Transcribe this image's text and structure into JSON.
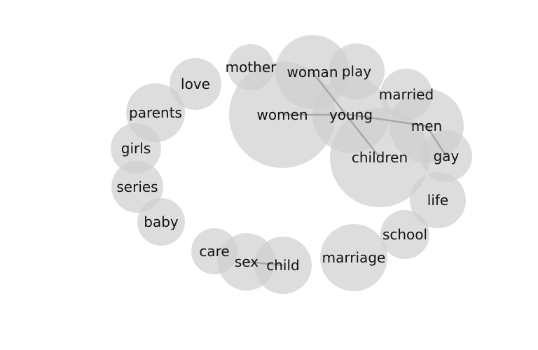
{
  "diagram": {
    "nodes": [
      {
        "id": "women",
        "label": "women"
      },
      {
        "id": "children",
        "label": "children"
      },
      {
        "id": "woman",
        "label": "woman"
      },
      {
        "id": "young",
        "label": "young"
      },
      {
        "id": "men",
        "label": "men"
      },
      {
        "id": "marriage",
        "label": "marriage"
      },
      {
        "id": "play",
        "label": "play"
      },
      {
        "id": "child",
        "label": "child"
      },
      {
        "id": "parents",
        "label": "parents"
      },
      {
        "id": "sex",
        "label": "sex"
      },
      {
        "id": "life",
        "label": "life"
      },
      {
        "id": "married",
        "label": "married"
      },
      {
        "id": "love",
        "label": "love"
      },
      {
        "id": "series",
        "label": "series"
      },
      {
        "id": "gay",
        "label": "gay"
      },
      {
        "id": "girls",
        "label": "girls"
      },
      {
        "id": "school",
        "label": "school"
      },
      {
        "id": "baby",
        "label": "baby"
      },
      {
        "id": "mother",
        "label": "mother"
      },
      {
        "id": "care",
        "label": "care"
      }
    ],
    "edges": [
      {
        "source": "woman",
        "target": "children"
      },
      {
        "source": "women",
        "target": "young"
      },
      {
        "source": "young",
        "target": "men"
      },
      {
        "source": "men",
        "target": "gay"
      },
      {
        "source": "sex",
        "target": "child"
      }
    ]
  }
}
